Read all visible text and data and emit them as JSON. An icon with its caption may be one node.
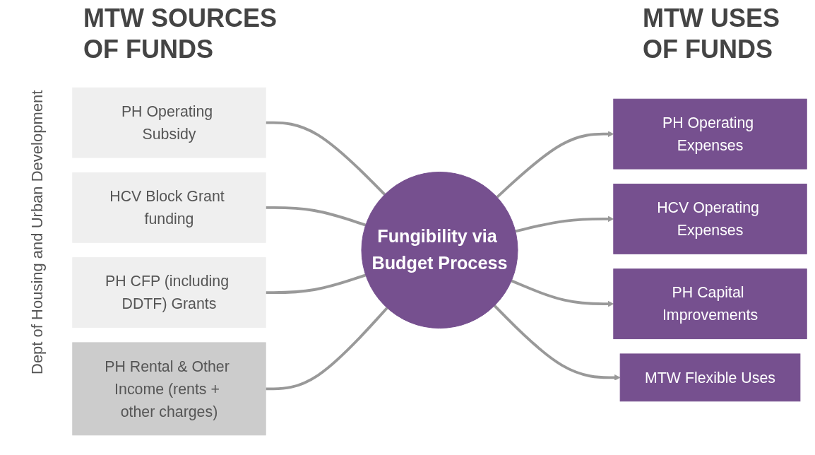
{
  "diagram": {
    "nodes": [
      {
        "text": [
          "PH Operating Subsidy"
        ]
      },
      {
        "text": [
          "HCV Block Grant funding"
        ]
      },
      {
        "text": [
          "PH CFP (including DDTF) Grants"
        ]
      },
      {
        "text": [
          "PH Rental & Other Income (rents + other charges)"
        ]
      },
      {
        "text": [
          "Fungibility via Budget Process"
        ]
      },
      {
        "text": [
          "PH Operating Expenses"
        ]
      },
      {
        "text": [
          "HCV Operating Expenses"
        ]
      },
      {
        "text": [
          "PH Capital Improvements"
        ]
      },
      {
        "text": [
          "MTW Flexible Uses"
        ]
      }
    ],
    "edges": [
      {
        "from": 0,
        "to": 4,
        "arrow": "none"
      },
      {
        "from": 1,
        "to": 4,
        "arrow": "none"
      },
      {
        "from": 2,
        "to": 4,
        "arrow": "none"
      },
      {
        "from": 3,
        "to": 4,
        "arrow": "none"
      },
      {
        "from": 4,
        "to": 5,
        "arrow": "to"
      },
      {
        "from": 4,
        "to": 6,
        "arrow": "to"
      },
      {
        "from": 4,
        "to": 7,
        "arrow": "to"
      },
      {
        "from": 4,
        "to": 8,
        "arrow": "to"
      }
    ],
    "labels": [
      "MTW SOURCES OF FUNDS",
      "MTW USES OF FUNDS",
      "Dept of Housing and Urban Development"
    ]
  }
}
